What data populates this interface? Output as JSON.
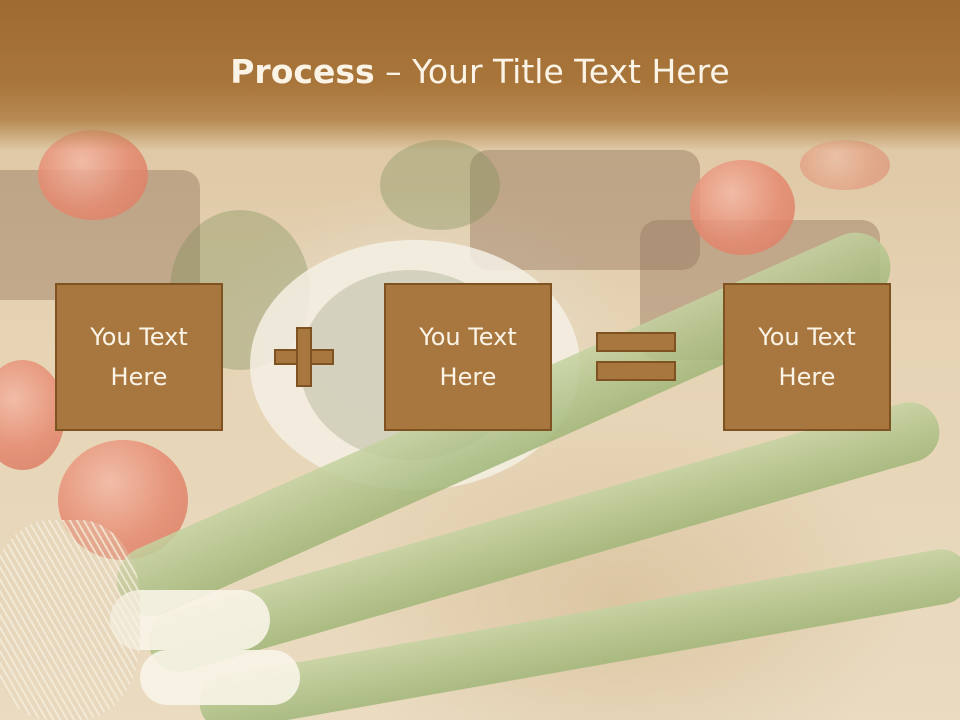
{
  "title": {
    "bold": "Process",
    "rest": " – Your Title Text Here"
  },
  "process": {
    "boxes": [
      {
        "label": "You Text\nHere"
      },
      {
        "label": "You Text\nHere"
      },
      {
        "label": "You Text\nHere"
      }
    ],
    "operators": [
      "plus-icon",
      "equals-icon"
    ]
  },
  "colors": {
    "header": "#a8753a",
    "box_fill": "#a8773f",
    "box_border": "#7f5222",
    "text": "#fbf4e6"
  }
}
